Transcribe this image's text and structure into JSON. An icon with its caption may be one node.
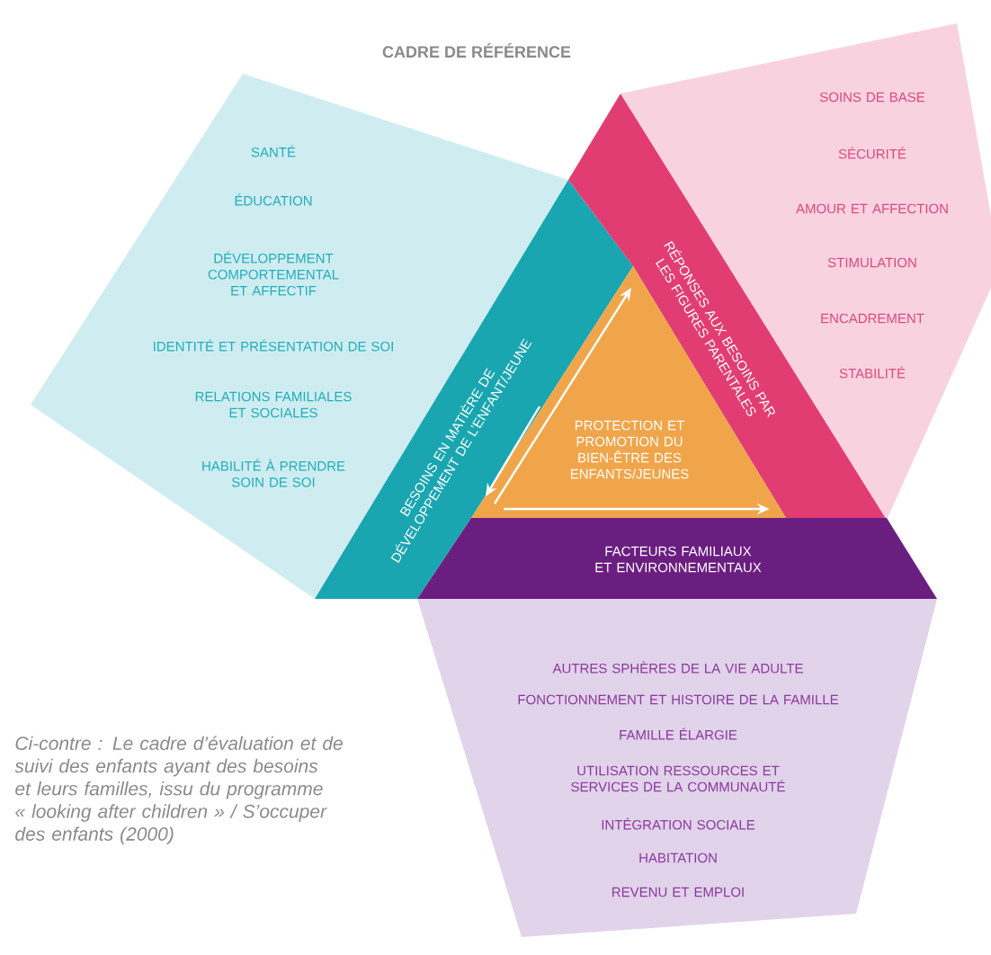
{
  "diagram": {
    "title": "CADRE DE RÉFÉRENCE",
    "caption": "Ci-contre : Le cadre d’évaluation et de suivi des enfants ayant des besoins et leurs familles, issu du programme « looking after children » / S’occuper des enfants (2000)",
    "nodes": [
      {
        "text": [
          "SANTÉ",
          "ÉDUCATION",
          "DÉVELOPPEMENT COMPORTEMENTAL ET AFFECTIF",
          "IDENTITÉ ET PRÉSENTATION DE SOI",
          "RELATIONS FAMILIALES ET SOCIALES",
          "HABILITÉ À PRENDRE SOIN DE SOI"
        ]
      },
      {
        "text": [
          "BESOINS EN MATIÈRE DE DÉVELOPPEMENT DE L’ENFANT/JEUNE"
        ]
      },
      {
        "text": [
          "RÉPONSES AUX BESOINS PAR LES FIGURES PARENTALES"
        ]
      },
      {
        "text": [
          "SOINS DE BASE",
          "SÉCURITÉ",
          "AMOUR ET AFFECTION",
          "STIMULATION",
          "ENCADREMENT",
          "STABILITÉ"
        ]
      },
      {
        "text": [
          "PROTECTION ET PROMOTION DU BIEN-ÊTRE DES ENFANTS/JEUNES"
        ]
      },
      {
        "text": [
          "FACTEURS FAMILIAUX ET ENVIRONNEMENTAUX"
        ]
      },
      {
        "text": [
          "AUTRES SPHÈRES DE LA VIE ADULTE",
          "FONCTIONNEMENT ET HISTOIRE DE LA FAMILLE",
          "FAMILLE ÉLARGIE",
          "UTILISATION RESSOURCES ET SERVICES DE LA COMMUNAUTÉ",
          "INTÉGRATION SOCIALE",
          "HABITATION",
          "REVENU ET EMPLOI"
        ]
      }
    ]
  }
}
